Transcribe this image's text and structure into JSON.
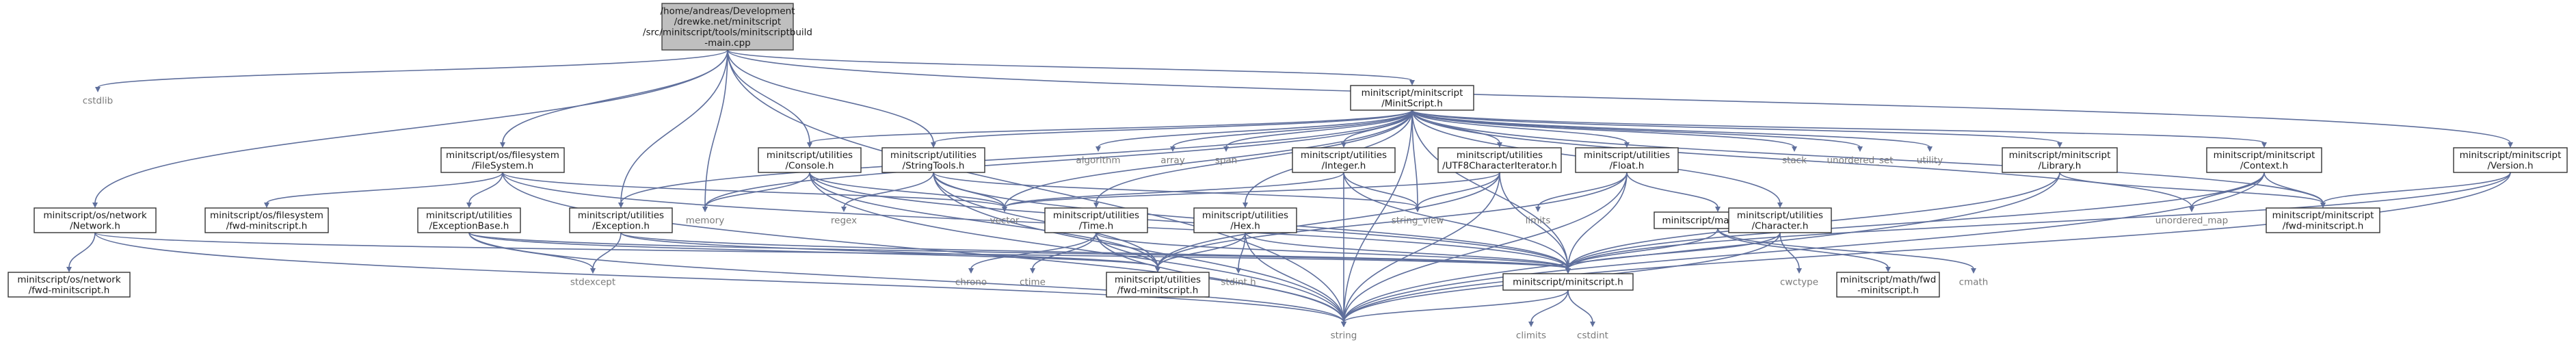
{
  "nodes": {
    "main": [
      "/home/andreas/Development",
      "/drewke.net/minitscript",
      "/src/minitscript/tools/minitscriptbuild",
      "-main.cpp"
    ],
    "cstdlib": [
      "cstdlib"
    ],
    "minitscript_h": [
      "minitscript/minitscript",
      "/MinitScript.h"
    ],
    "version_h": [
      "minitscript/minitscript",
      "/Version.h"
    ],
    "filesystem_h": [
      "minitscript/os/filesystem",
      "/FileSystem.h"
    ],
    "console_h": [
      "minitscript/utilities",
      "/Console.h"
    ],
    "stringtools_h": [
      "minitscript/utilities",
      "/StringTools.h"
    ],
    "algorithm": [
      "algorithm"
    ],
    "array": [
      "array"
    ],
    "span": [
      "span"
    ],
    "integer_h": [
      "minitscript/utilities",
      "/Integer.h"
    ],
    "utf8_h": [
      "minitscript/utilities",
      "/UTF8CharacterIterator.h"
    ],
    "float_h": [
      "minitscript/utilities",
      "/Float.h"
    ],
    "stack": [
      "stack"
    ],
    "unordered_set": [
      "unordered_set"
    ],
    "utility": [
      "utility"
    ],
    "library_h": [
      "minitscript/minitscript",
      "/Library.h"
    ],
    "context_h": [
      "minitscript/minitscript",
      "/Context.h"
    ],
    "network_h": [
      "minitscript/os/network",
      "/Network.h"
    ],
    "fs_fwd_h": [
      "minitscript/os/filesystem",
      "/fwd-minitscript.h"
    ],
    "exceptionbase_h": [
      "minitscript/utilities",
      "/ExceptionBase.h"
    ],
    "exception_h": [
      "minitscript/utilities",
      "/Exception.h"
    ],
    "memory": [
      "memory"
    ],
    "regex": [
      "regex"
    ],
    "vector": [
      "vector"
    ],
    "time_h": [
      "minitscript/utilities",
      "/Time.h"
    ],
    "hex_h": [
      "minitscript/utilities",
      "/Hex.h"
    ],
    "limits": [
      "limits"
    ],
    "string_view": [
      "string_view"
    ],
    "math_h": [
      "minitscript/math/Math.h"
    ],
    "character_h": [
      "minitscript/utilities",
      "/Character.h"
    ],
    "unordered_map": [
      "unordered_map"
    ],
    "mm_fwd_h": [
      "minitscript/minitscript",
      "/fwd-minitscript.h"
    ],
    "net_fwd_h": [
      "minitscript/os/network",
      "/fwd-minitscript.h"
    ],
    "stdexcept": [
      "stdexcept"
    ],
    "chrono": [
      "chrono"
    ],
    "ctime": [
      "ctime"
    ],
    "util_fwd_h": [
      "minitscript/utilities",
      "/fwd-minitscript.h"
    ],
    "stdint_h": [
      "stdint.h"
    ],
    "minitscript_inner_h": [
      "minitscript/minitscript.h"
    ],
    "cwctype": [
      "cwctype"
    ],
    "math_fwd_h": [
      "minitscript/math/fwd",
      "-minitscript.h"
    ],
    "cmath": [
      "cmath"
    ],
    "string": [
      "string"
    ],
    "climits": [
      "climits"
    ],
    "cstdint": [
      "cstdint"
    ]
  }
}
